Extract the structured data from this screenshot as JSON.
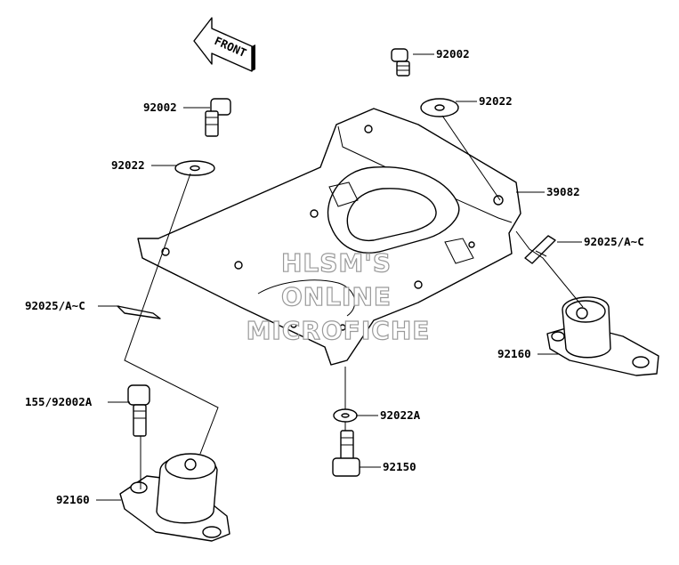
{
  "diagram": {
    "front_label": "FRONT",
    "watermark": [
      "HLSM'S",
      "ONLINE",
      "MICROFICHE"
    ],
    "callouts": [
      {
        "id": "c-92002-top",
        "text": "92002"
      },
      {
        "id": "c-92022-top",
        "text": "92022"
      },
      {
        "id": "c-92002-left",
        "text": "92002"
      },
      {
        "id": "c-92022-left",
        "text": "92022"
      },
      {
        "id": "c-39082",
        "text": "39082"
      },
      {
        "id": "c-92025-right",
        "text": "92025/A~C"
      },
      {
        "id": "c-92025-left",
        "text": "92025/A~C"
      },
      {
        "id": "c-92160-right",
        "text": "92160"
      },
      {
        "id": "c-155",
        "text": "155/92002A"
      },
      {
        "id": "c-92022a",
        "text": "92022A"
      },
      {
        "id": "c-92150",
        "text": "92150"
      },
      {
        "id": "c-92160-left",
        "text": "92160"
      }
    ]
  }
}
